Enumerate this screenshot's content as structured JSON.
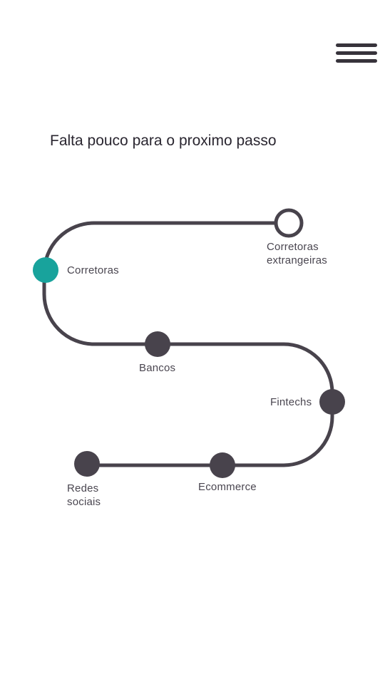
{
  "header": {
    "menu_icon": "hamburger-menu-icon"
  },
  "page": {
    "title": "Falta pouco para o proximo passo"
  },
  "roadmap": {
    "colors": {
      "track": "#48434c",
      "completed": "#18a39c",
      "pending": "#48434c",
      "upcoming_fill": "#ffffff"
    },
    "steps": [
      {
        "label": "Corretoras\nextrangeiras",
        "status": "upcoming"
      },
      {
        "label": "Corretoras",
        "status": "current"
      },
      {
        "label": "Bancos",
        "status": "pending"
      },
      {
        "label": "Fintechs",
        "status": "pending"
      },
      {
        "label": "Ecommerce",
        "status": "pending"
      },
      {
        "label": "Redes\nsociais",
        "status": "pending"
      }
    ]
  }
}
